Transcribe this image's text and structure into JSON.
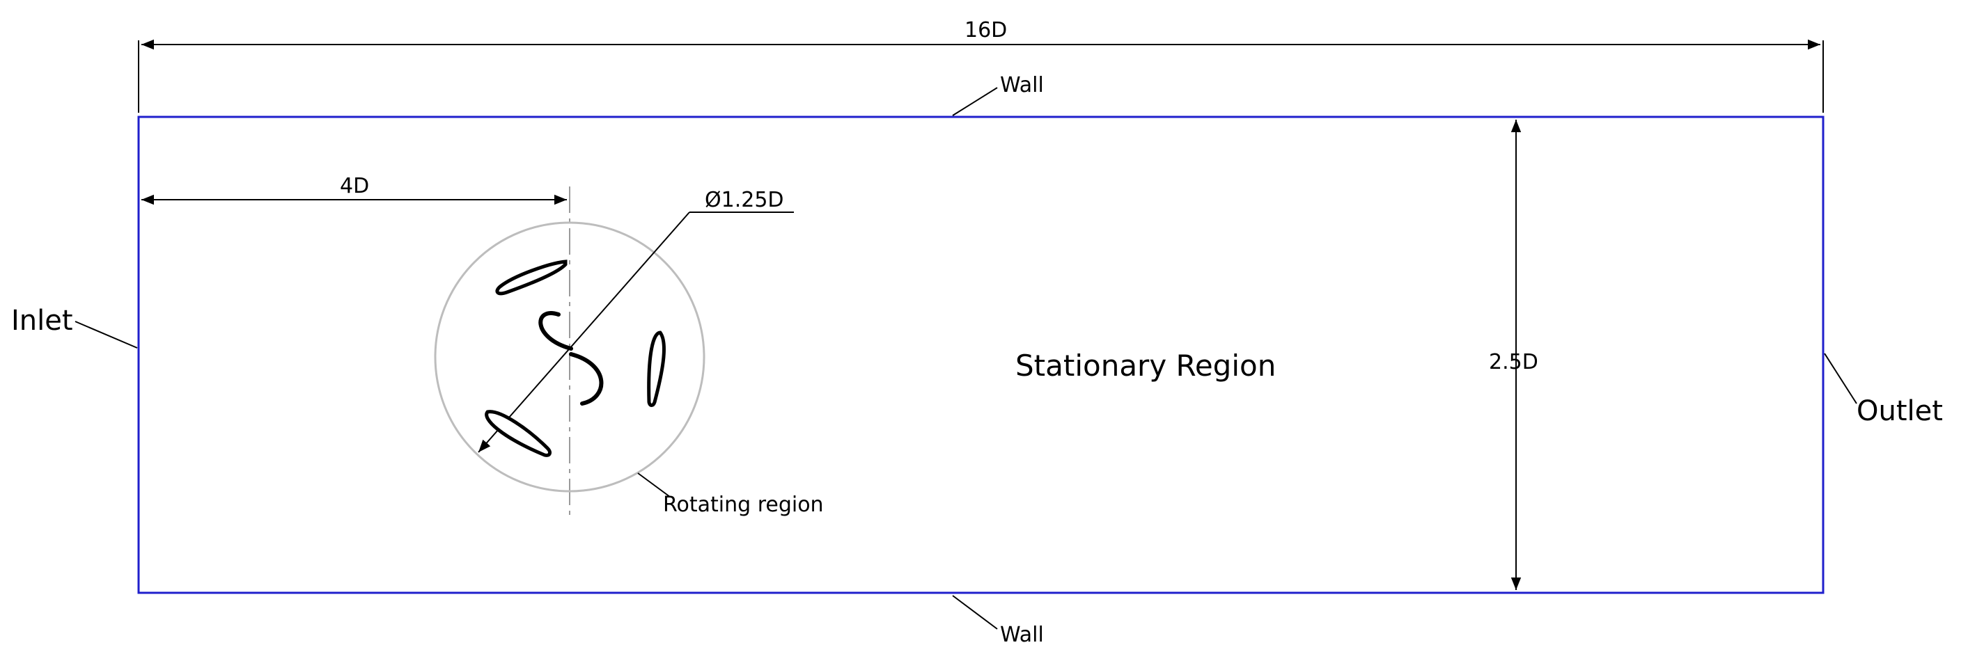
{
  "dimensions": {
    "overall_length": "16D",
    "inlet_to_center": "4D",
    "height": "2.5D",
    "rotating_diameter": "Ø1.25D"
  },
  "labels": {
    "wall_top": "Wall",
    "wall_bottom": "Wall",
    "inlet": "Inlet",
    "outlet": "Outlet",
    "stationary": "Stationary Region",
    "rotating": "Rotating region"
  },
  "colors": {
    "domain_border": "#1f1fcc",
    "rotating_circle": "#bdbdbd",
    "dimension_lines": "#000000"
  }
}
